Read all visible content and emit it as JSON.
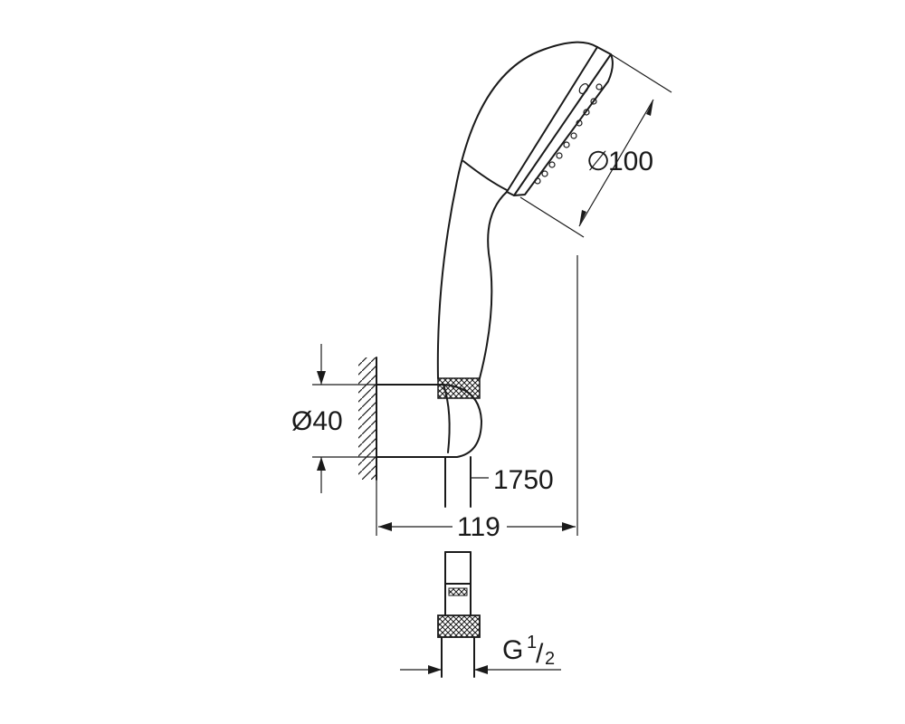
{
  "dimensions": {
    "head_diameter": "100",
    "diameter_symbol": "∅",
    "holder_diameter": "Ø40",
    "hose_length": "1750",
    "projection": "119",
    "thread_main": "G",
    "thread_num": "1",
    "thread_den": "2",
    "thread_slash": "/"
  },
  "colors": {
    "line": "#1a1a1a",
    "background": "#ffffff"
  }
}
